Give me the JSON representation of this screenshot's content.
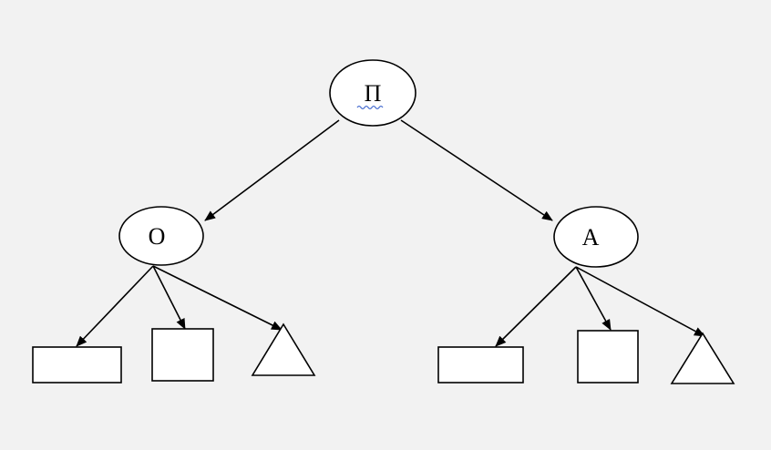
{
  "nodes": {
    "root": {
      "label": "П"
    },
    "left": {
      "label": "О"
    },
    "right": {
      "label": "А"
    }
  },
  "colors": {
    "background": "#f2f2f2",
    "stroke": "#000000",
    "fill": "#ffffff",
    "spellcheck_underline": "#4a6fd0"
  }
}
